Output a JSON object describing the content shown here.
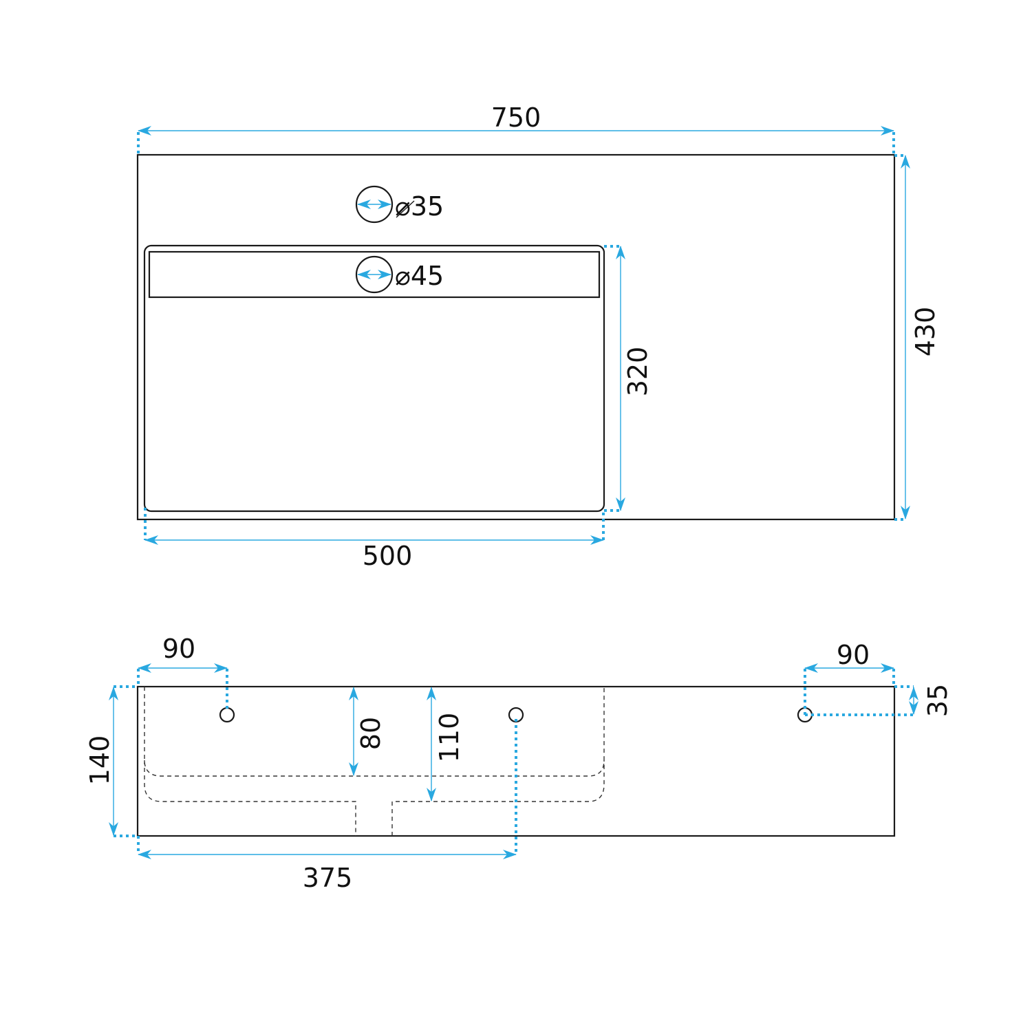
{
  "colors": {
    "dimension": "#29a8e0",
    "outline": "#1a1a1a"
  },
  "top_view": {
    "width_label": "750",
    "depth_label": "430",
    "basin_depth_label": "320",
    "basin_width_label": "500",
    "tap_hole_label": "⌀35",
    "drain_label": "⌀45"
  },
  "front_view": {
    "left_offset_label": "90",
    "right_offset_label": "90",
    "hole_height_label": "35",
    "height_label": "140",
    "inner_depth_label": "80",
    "basin_depth_label": "110",
    "center_offset_label": "375"
  }
}
